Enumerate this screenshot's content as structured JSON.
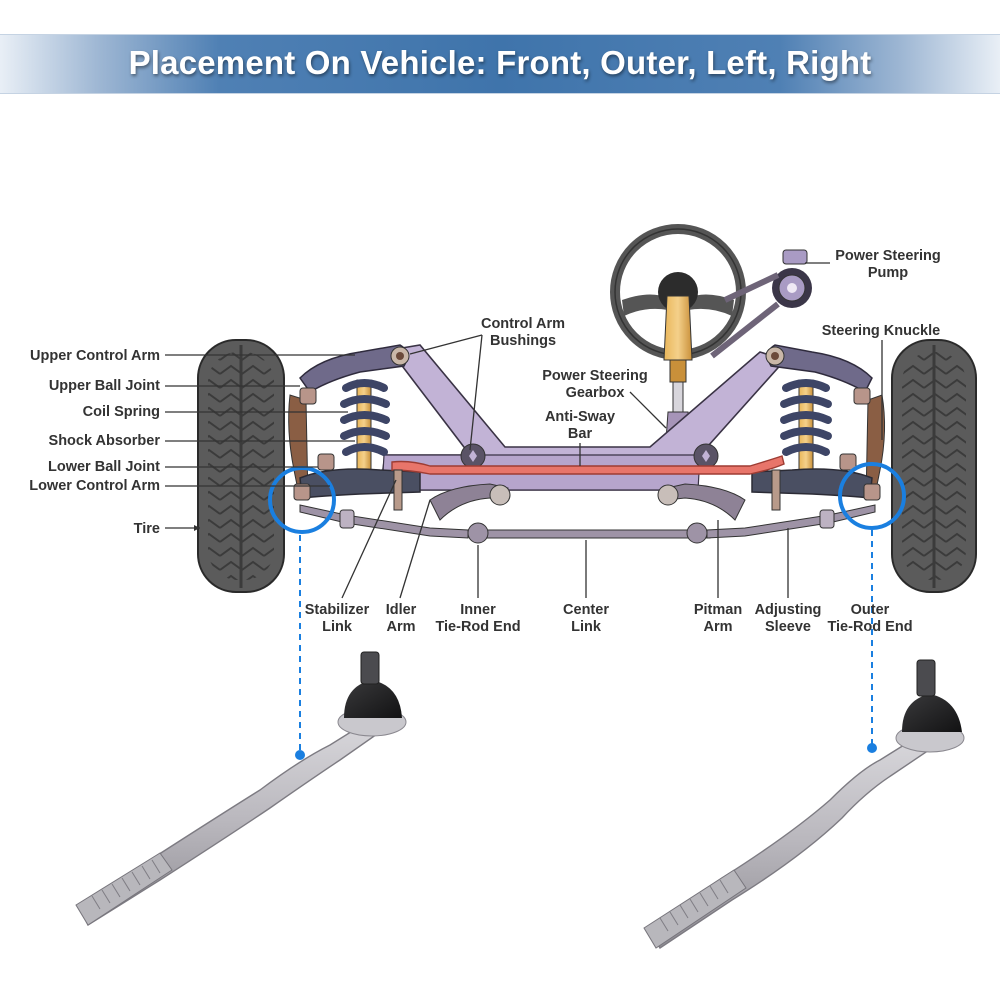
{
  "banner": {
    "title": "Placement On Vehicle: Front, Outer, Left, Right"
  },
  "diagram": {
    "left_labels": [
      {
        "id": "upper-control-arm",
        "text": "Upper Control Arm"
      },
      {
        "id": "upper-ball-joint",
        "text": "Upper Ball Joint"
      },
      {
        "id": "coil-spring",
        "text": "Coil Spring"
      },
      {
        "id": "shock-absorber",
        "text": "Shock Absorber"
      },
      {
        "id": "lower-ball-joint",
        "text": "Lower Ball Joint"
      },
      {
        "id": "lower-control-arm",
        "text": "Lower Control Arm"
      },
      {
        "id": "tire",
        "text": "Tire"
      }
    ],
    "top_labels": {
      "control_arm_bushings": [
        "Control Arm",
        "Bushings"
      ],
      "power_steering_pump": [
        "Power Steering",
        "Pump"
      ],
      "steering_knuckle": "Steering Knuckle",
      "power_steering_gearbox": [
        "Power Steering",
        "Gearbox"
      ],
      "anti_sway_bar": [
        "Anti-Sway",
        "Bar"
      ]
    },
    "bottom_labels": [
      {
        "id": "stabilizer-link",
        "lines": [
          "Stabilizer",
          "Link"
        ]
      },
      {
        "id": "idler-arm",
        "lines": [
          "Idler",
          "Arm"
        ]
      },
      {
        "id": "inner-tie-rod-end",
        "lines": [
          "Inner",
          "Tie-Rod End"
        ]
      },
      {
        "id": "center-link",
        "lines": [
          "Center",
          "Link"
        ]
      },
      {
        "id": "pitman-arm",
        "lines": [
          "Pitman",
          "Arm"
        ]
      },
      {
        "id": "adjusting-sleeve",
        "lines": [
          "Adjusting",
          "Sleeve"
        ]
      },
      {
        "id": "outer-tie-rod-end",
        "lines": [
          "Outer",
          "Tie-Rod End"
        ]
      }
    ]
  },
  "products": [
    {
      "name": "left-outer-tie-rod-end",
      "side": "Left"
    },
    {
      "name": "right-outer-tie-rod-end",
      "side": "Right"
    }
  ],
  "colors": {
    "highlight": "#1a7fe0",
    "banner": "#3f74ab",
    "frame": "#b9a8c9",
    "anti_sway_bar": "#e8756a",
    "label_text": "#333333"
  }
}
